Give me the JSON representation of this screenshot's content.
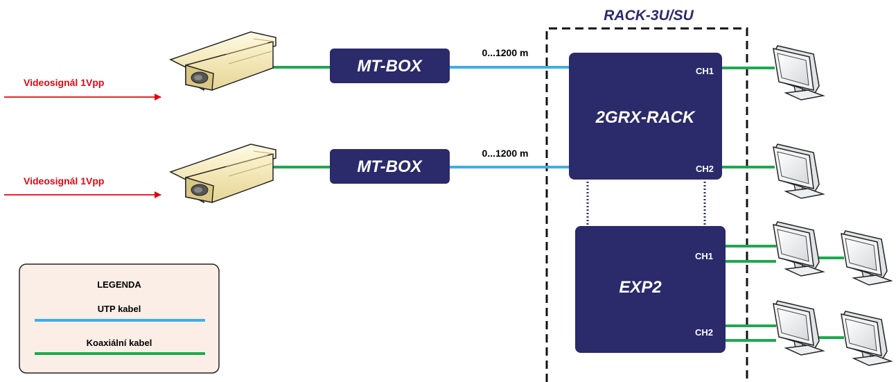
{
  "rack_title": "RACK-3U/SU",
  "input_signals": [
    "Videosignál 1Vpp",
    "Videosignál 1Vpp"
  ],
  "transmitters": [
    "MT-BOX",
    "MT-BOX"
  ],
  "distances": [
    "0...1200 m",
    "0...1200 m"
  ],
  "receiver": {
    "name": "2GRX-RACK",
    "ch1": "CH1",
    "ch2": "CH2"
  },
  "expander": {
    "name": "EXP2",
    "ch1": "CH1",
    "ch2": "CH2"
  },
  "legend": {
    "title": "LEGENDA",
    "utp": "UTP kabel",
    "coax": "Koaxiální kabel"
  },
  "colors": {
    "utp": "#3daee9",
    "coax": "#1fa84f",
    "box": "#2b2a6b",
    "signal": "#e30613",
    "legend_bg": "#fbeee6"
  }
}
